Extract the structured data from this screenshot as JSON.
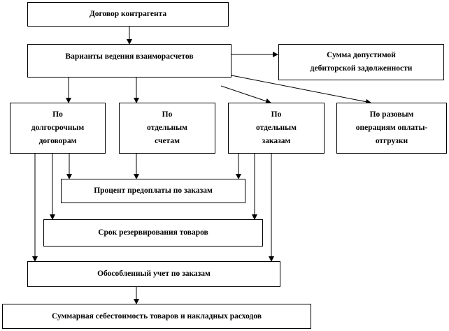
{
  "diagram": {
    "contract": "Договор контрагента",
    "settlement_options": "Варианты ведения взаиморасчетов",
    "receivables_limit": "Сумма допустимой\nдебиторской задолженности",
    "long_term": "По\nдолгосрочным\nдоговорам",
    "separate_invoices": "По\nотдельным\nсчетам",
    "separate_orders": "По\nотдельным\nзаказам",
    "one_time": "По разовым\nоперациям оплаты-\nотгрузки",
    "prepayment": "Процент предоплаты по заказам",
    "reservation": "Срок резервирования товаров",
    "separate_accounting": "Обособленный учет по заказам",
    "total_cost": "Суммарная себестоимость товаров и накладных расходов"
  }
}
